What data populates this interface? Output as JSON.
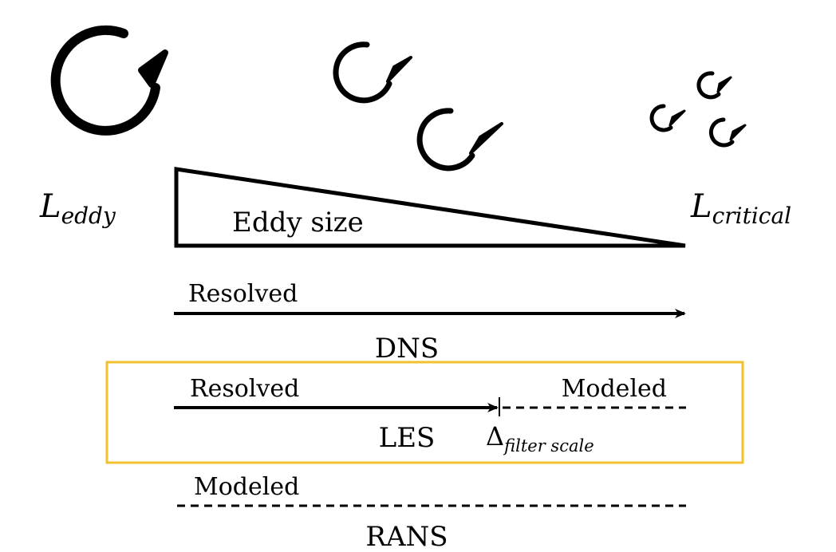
{
  "labels": {
    "l_eddy_main": "L",
    "l_eddy_sub": "eddy",
    "l_critical_main": "L",
    "l_critical_sub": "critical",
    "eddy_size": "Eddy size",
    "dns_resolved": "Resolved",
    "dns": "DNS",
    "les_resolved": "Resolved",
    "les_modeled": "Modeled",
    "les": "LES",
    "delta_main": "Δ",
    "delta_sub": "filter scale",
    "rans_modeled": "Modeled",
    "rans": "RANS"
  },
  "colors": {
    "ink": "#000000",
    "les_highlight": "#f2c12e",
    "background": "#ffffff"
  },
  "icons": {
    "eddy": "circular-arrow-icon"
  }
}
